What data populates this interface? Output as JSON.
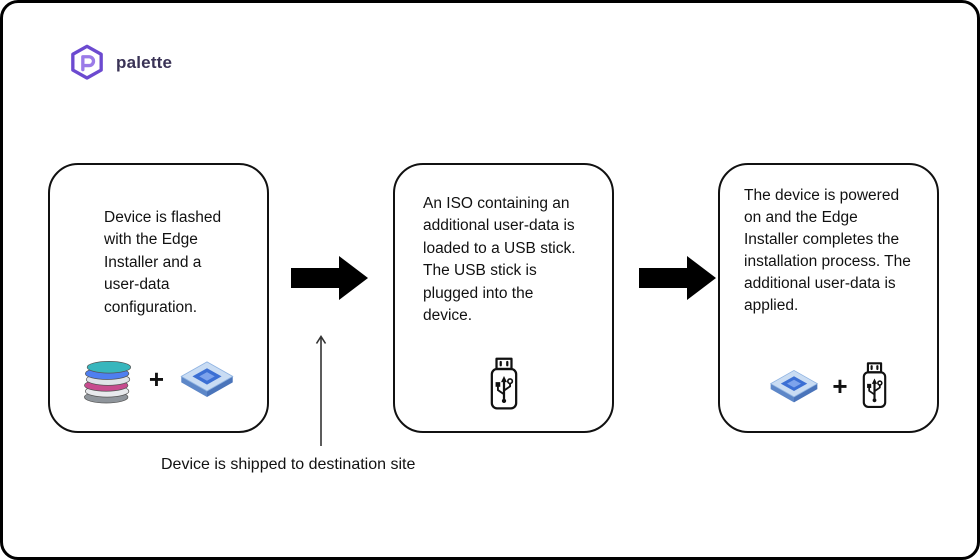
{
  "brand": {
    "name": "palette",
    "accent_color": "#6C4AD0",
    "accent_light": "#9b7be8",
    "text_color": "#3a3356"
  },
  "steps": [
    {
      "text": "Device is flashed with the Edge Installer and a user-data configuration.",
      "icons": [
        "layers-stack-icon",
        "plus-icon",
        "edge-device-icon"
      ]
    },
    {
      "text": "An ISO containing an additional user-data is loaded to a USB stick. The USB stick is plugged into the device.",
      "icons": [
        "usb-stick-icon"
      ]
    },
    {
      "text": "The device is powered on and the Edge Installer completes the installation process. The additional user-data is applied.",
      "icons": [
        "edge-device-icon",
        "plus-icon",
        "usb-stick-icon"
      ]
    }
  ],
  "plus_sign": "+",
  "annotation": {
    "text": "Device is shipped to destination site"
  },
  "icons": {
    "palette-logo-icon": "hexagonal-p-mark",
    "layers-stack-icon": "stack-of-colored-discs",
    "edge-device-icon": "isometric-blue-chip-device",
    "usb-stick-icon": "usb-connector-with-trident-symbol",
    "flow-arrow-icon": "thick-black-right-arrow",
    "shipping-arrow-icon": "thin-up-arrow"
  },
  "colors": {
    "frame_border": "#000000",
    "box_border": "#111111",
    "arrow_fill": "#000000",
    "disc_teal": "#37b6bd",
    "disc_blue": "#4f7ff0",
    "disc_pink": "#c74b8e",
    "disc_gray": "#9aa0a6",
    "chip_top": "#c9dcf3",
    "chip_core": "#3b6fd4"
  }
}
